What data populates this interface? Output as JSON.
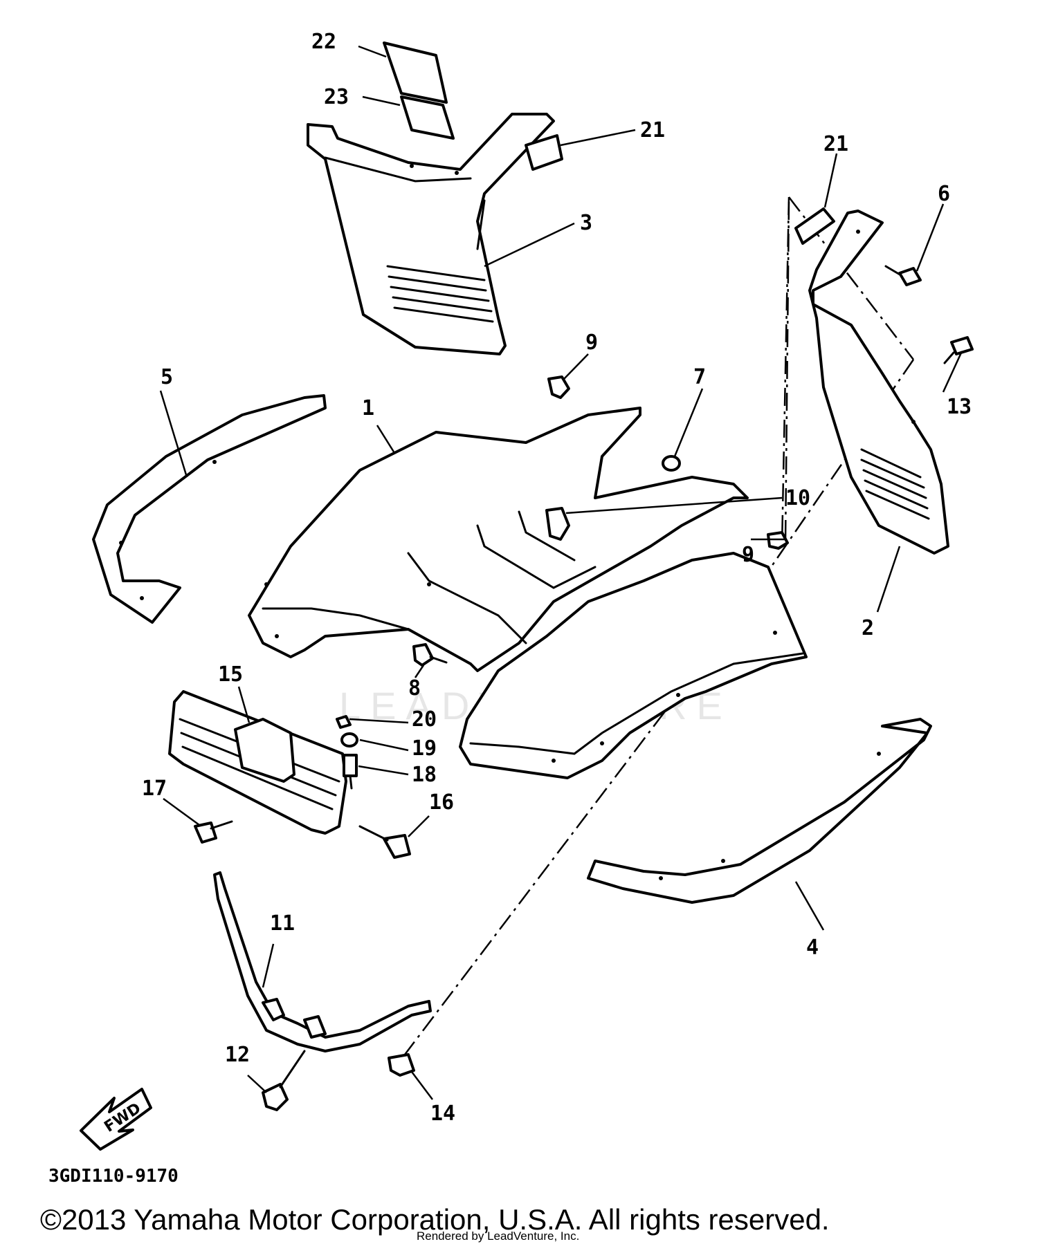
{
  "drawing_code": "3GDI110-9170",
  "copyright": "©2013 Yamaha Motor Corporation, U.S.A. All rights reserved.",
  "rendered_by": "Rendered by LeadVenture, Inc.",
  "watermark": "LEADVENTURE",
  "fwd_label": "FWD",
  "callouts": {
    "c1": "1",
    "c2": "2",
    "c3": "3",
    "c4": "4",
    "c5": "5",
    "c6": "6",
    "c7": "7",
    "c8": "8",
    "c9a": "9",
    "c9b": "9",
    "c10": "10",
    "c11": "11",
    "c12": "12",
    "c13": "13",
    "c14": "14",
    "c15": "15",
    "c16": "16",
    "c17": "17",
    "c18": "18",
    "c19": "19",
    "c20": "20",
    "c21a": "21",
    "c21b": "21",
    "c22": "22",
    "c23": "23"
  }
}
